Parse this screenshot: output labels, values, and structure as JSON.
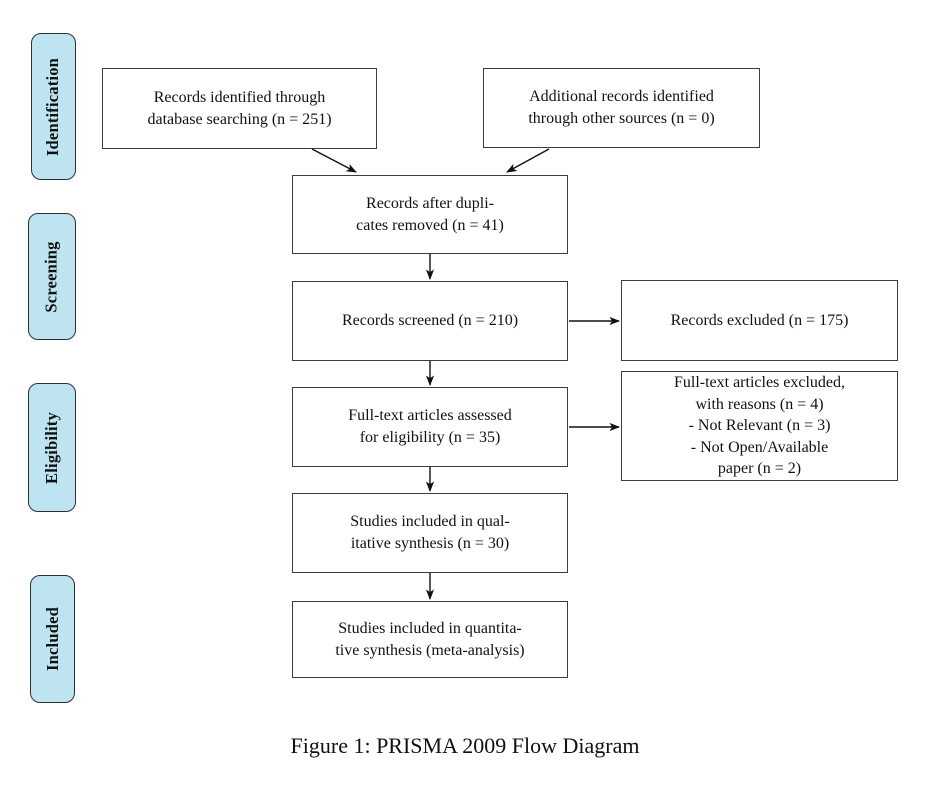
{
  "figure": {
    "caption": "Figure 1: PRISMA 2009 Flow Diagram"
  },
  "colors": {
    "stage_fill": "#bee4f2",
    "stage_border": "#2f2f2f",
    "box_border": "#3d3d3d",
    "arrow": "#111111",
    "text": "#111111"
  },
  "stages": [
    {
      "label": "Identification"
    },
    {
      "label": "Screening"
    },
    {
      "label": "Eligibility"
    },
    {
      "label": "Included"
    }
  ],
  "boxes": {
    "identified": {
      "lines": [
        "Records identified through",
        "database searching (n = 251)"
      ]
    },
    "additional": {
      "lines": [
        "Additional records identified",
        "through other sources (n = 0)"
      ]
    },
    "deduplicated": {
      "lines": [
        "Records after dupli-",
        "cates removed (n = 41)"
      ]
    },
    "screened": {
      "lines": [
        "Records screened (n = 210)"
      ]
    },
    "excluded": {
      "lines": [
        "Records excluded (n = 175)"
      ]
    },
    "fulltext": {
      "lines": [
        "Full-text articles assessed",
        "for eligibility (n = 35)"
      ]
    },
    "fulltext_excluded": {
      "lines": [
        "Full-text articles excluded,",
        "with reasons (n = 4)",
        "- Not Relevant (n = 3)",
        "- Not Open/Available",
        "paper (n = 2)"
      ]
    },
    "qualitative": {
      "lines": [
        "Studies included in qual-",
        "itative synthesis (n = 30)"
      ]
    },
    "quantitative": {
      "lines": [
        "Studies included in quantita-",
        "tive synthesis (meta-analysis)"
      ]
    }
  }
}
